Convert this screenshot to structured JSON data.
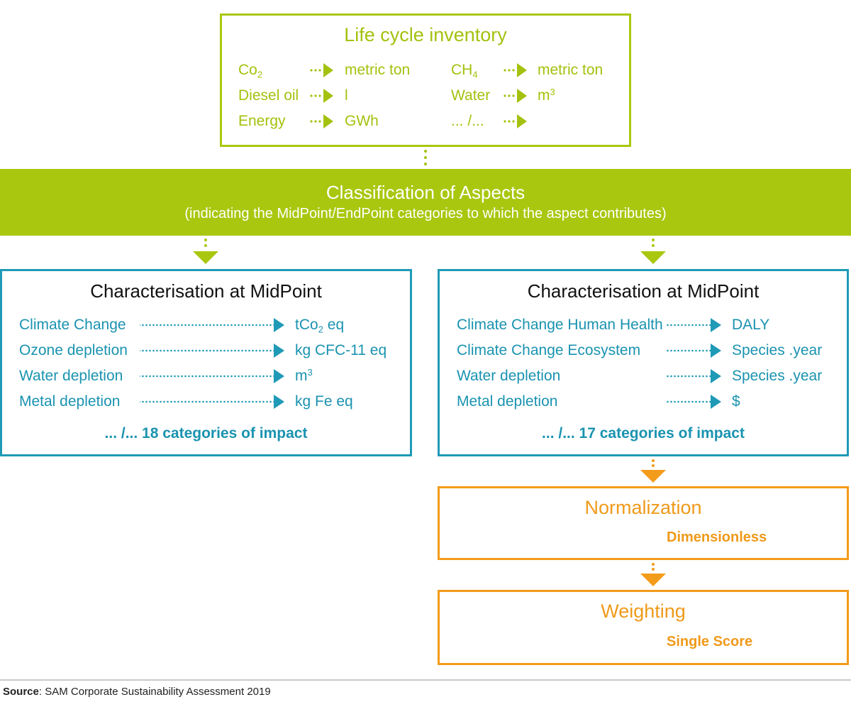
{
  "inventory": {
    "title": "Life cycle inventory",
    "left_rows": [
      {
        "item": "Co",
        "sub": "2",
        "unit": "metric ton",
        "unit_sup": ""
      },
      {
        "item": "Diesel oil",
        "sub": "",
        "unit": "l",
        "unit_sup": ""
      },
      {
        "item": "Energy",
        "sub": "",
        "unit": "GWh",
        "unit_sup": ""
      }
    ],
    "right_rows": [
      {
        "item": "CH",
        "sub": "4",
        "unit": "metric ton",
        "unit_sup": ""
      },
      {
        "item": "Water",
        "sub": "",
        "unit": "m",
        "unit_sup": "3"
      },
      {
        "item": "... /...",
        "sub": "",
        "unit": "",
        "unit_sup": ""
      }
    ]
  },
  "classification": {
    "title": "Classification of Aspects",
    "subtitle": "(indicating the MidPoint/EndPoint categories to which the aspect contributes)"
  },
  "midpoint_left": {
    "title": "Characterisation at MidPoint",
    "rows": [
      {
        "category": "Climate Change",
        "unit": "tCo",
        "unit_sub": "2",
        "unit_after": " eq",
        "unit_sup": ""
      },
      {
        "category": "Ozone depletion",
        "unit": "kg CFC-11 eq",
        "unit_sub": "",
        "unit_after": "",
        "unit_sup": ""
      },
      {
        "category": "Water depletion",
        "unit": "m",
        "unit_sub": "",
        "unit_after": "",
        "unit_sup": "3"
      },
      {
        "category": "Metal depletion",
        "unit": "kg Fe eq",
        "unit_sub": "",
        "unit_after": "",
        "unit_sup": ""
      }
    ],
    "footer": "... /... 18 categories of impact"
  },
  "midpoint_right": {
    "title": "Characterisation at MidPoint",
    "rows": [
      {
        "category": "Climate Change Human Health",
        "unit": "DALY"
      },
      {
        "category": "Climate Change Ecosystem",
        "unit": "Species .year"
      },
      {
        "category": "Water depletion",
        "unit": "Species .year"
      },
      {
        "category": "Metal depletion",
        "unit": "$"
      }
    ],
    "footer": "... /... 17 categories of impact"
  },
  "normalization": {
    "title": "Normalization",
    "subtitle": "Dimensionless"
  },
  "weighting": {
    "title": "Weighting",
    "subtitle": "Single Score"
  },
  "source": {
    "label": "Source",
    "text": ": SAM Corporate Sustainability Assessment 2019"
  },
  "colors": {
    "green": "#a9c70f",
    "teal": "#1f9ab6",
    "orange": "#f39b1a"
  }
}
